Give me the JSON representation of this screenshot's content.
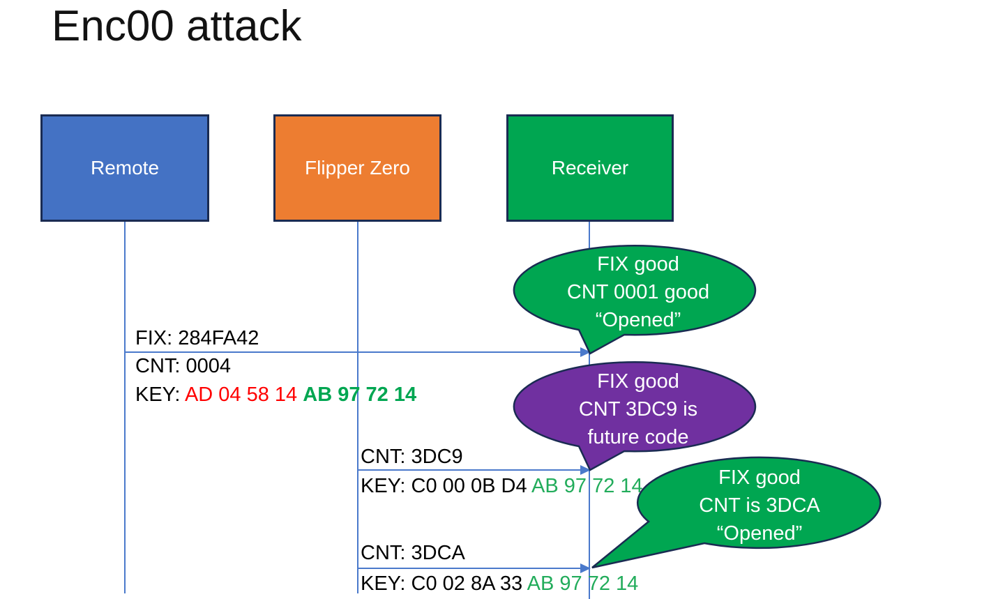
{
  "title": "Enc00 attack",
  "actors": [
    {
      "label": "Remote",
      "fill": "#4472C4"
    },
    {
      "label": "Flipper Zero",
      "fill": "#ED7D31"
    },
    {
      "label": "Receiver",
      "fill": "#00A651"
    }
  ],
  "messages": [
    {
      "from": "Remote",
      "to": "Receiver",
      "fix": "FIX: 284FA42",
      "cnt": "CNT: 0004",
      "key_prefix": "KEY: ",
      "key_red": "AD 04 58 14 ",
      "key_green": "AB 97 72 14"
    },
    {
      "from": "Flipper Zero",
      "to": "Receiver",
      "cnt": "CNT: 3DC9",
      "key_prefix": "KEY: C0 00 0B D4 ",
      "key_green": "AB 97 72 14"
    },
    {
      "from": "Flipper Zero",
      "to": "Receiver",
      "cnt": "CNT: 3DCA",
      "key_prefix": "KEY: C0 02 8A 33 ",
      "key_green": "AB 97 72 14"
    }
  ],
  "bubbles": [
    {
      "color": "#00A651",
      "lines": [
        "FIX good",
        "CNT 0001 good",
        "“Opened”"
      ]
    },
    {
      "color": "#7030A0",
      "lines": [
        "FIX good",
        "CNT 3DC9 is",
        "future code"
      ]
    },
    {
      "color": "#00A651",
      "lines": [
        "FIX good",
        "CNT is 3DCA",
        "“Opened”"
      ]
    }
  ],
  "colors": {
    "actor_blue": "#4472C4",
    "actor_orange": "#ED7D31",
    "actor_green": "#00A651",
    "bubble_purple": "#7030A0",
    "outline_navy": "#1A2B52",
    "connector_blue": "#4A79CB",
    "key_red": "#FF0000",
    "key_green": "#22AC5B",
    "title_black": "#121212"
  }
}
